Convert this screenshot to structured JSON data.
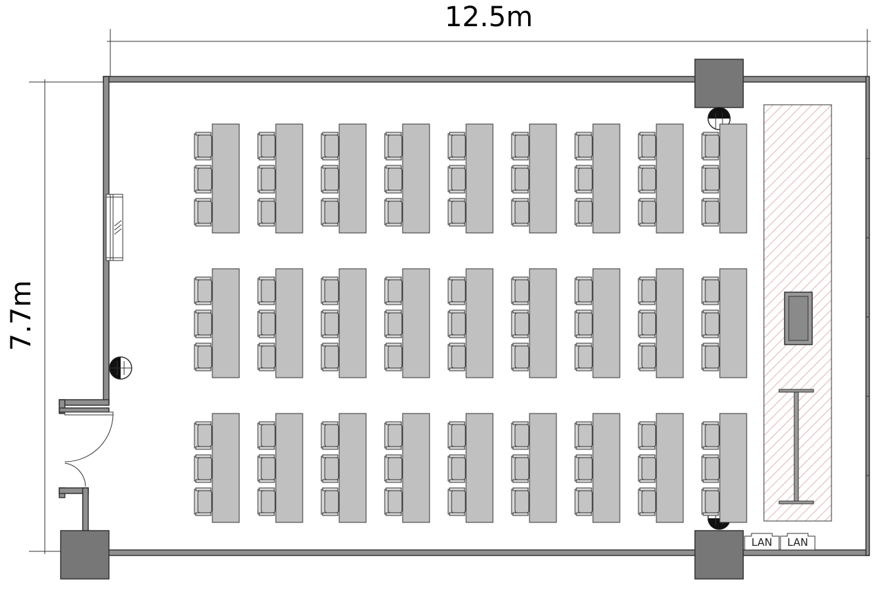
{
  "dimensions": {
    "width_label": "12.5m",
    "height_label": "7.7m"
  },
  "layout": {
    "desk_columns": 9,
    "desk_rows": 3,
    "chairs_per_desk": 3
  },
  "outlets": [
    {
      "label": "LAN"
    },
    {
      "label": "LAN"
    }
  ],
  "colors": {
    "wall": "#8f8f8f",
    "column": "#777777",
    "desk": "#c0c0c0",
    "stage_hatch": "#d9a3a3"
  }
}
